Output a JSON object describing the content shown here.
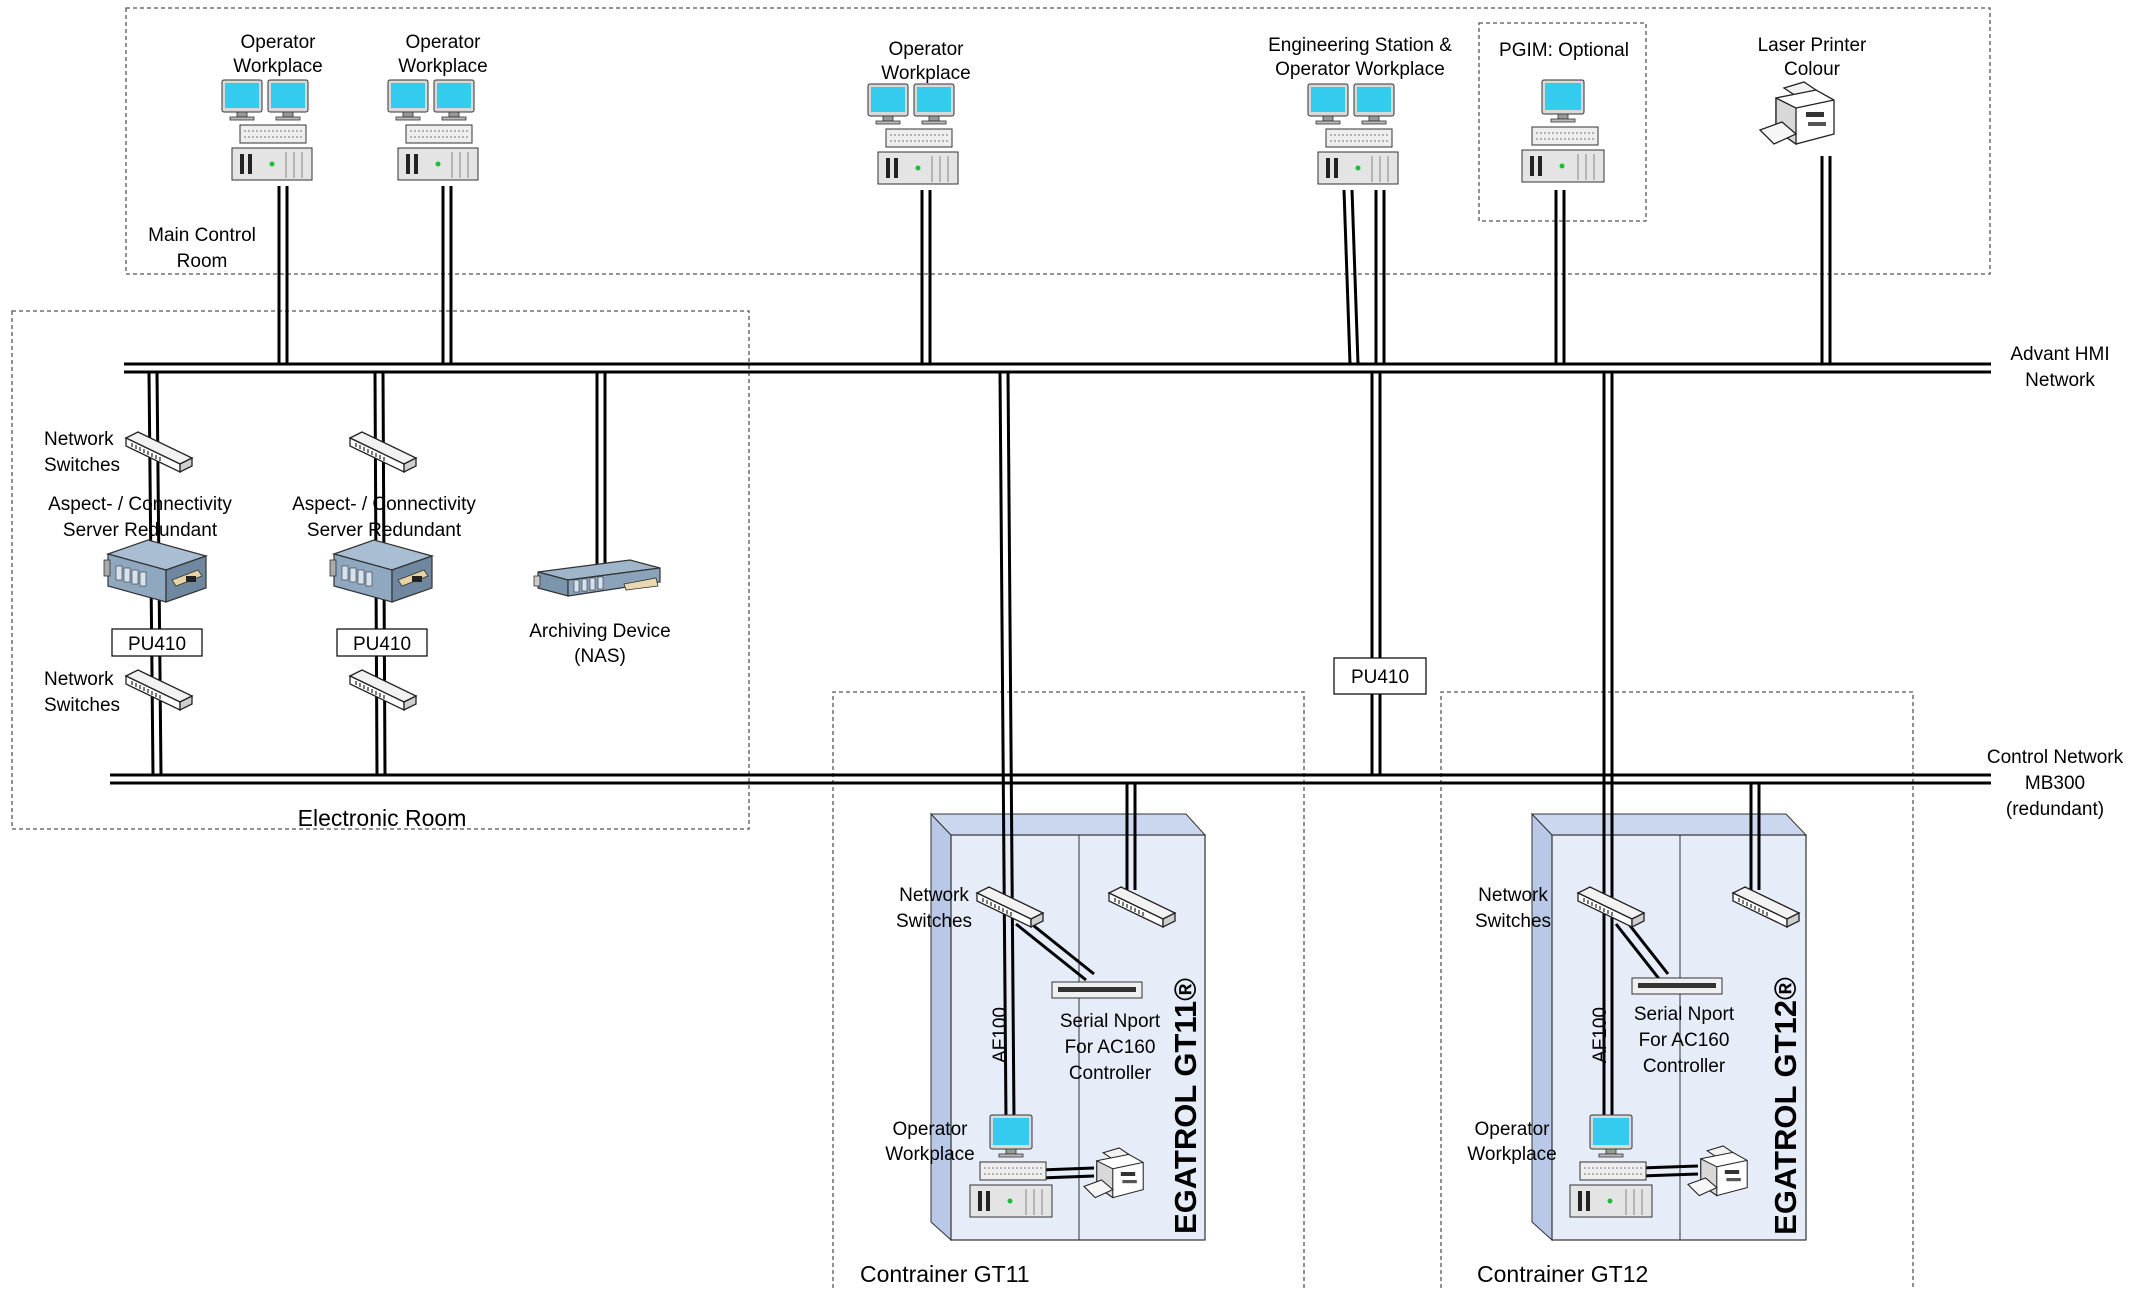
{
  "zones": {
    "main_control_room": "Main Control Room",
    "electronic_room": "Electronic Room",
    "container_gt11": "Contrainer GT11",
    "container_gt12": "Contrainer GT12"
  },
  "networks": {
    "hmi": "Advant HMI Network",
    "control": "Control Network MB300 (redundant)"
  },
  "workstations": {
    "op1": "Operator Workplace",
    "op2": "Operator Workplace",
    "op3": "Operator Workplace",
    "eng": "Engineering Station & Operator Workplace",
    "pgim": "PGIM: Optional",
    "printer": "Laser Printer Colour"
  },
  "electronic_room_devices": {
    "switch_label": "Network Switches",
    "server_label": "Aspect- / Connectivity Server Redundant",
    "pu410": "PU410",
    "nas": "Archiving Device (NAS)"
  },
  "standalone_pu410": "PU410",
  "containers": {
    "gt11": {
      "switch_label": "Network Switches",
      "af100": "AF100",
      "nport": "Serial Nport For AC160 Controller",
      "operator": "Operator Workplace",
      "cabinet_title": "EGATROL GT11®"
    },
    "gt12": {
      "switch_label": "Network Switches",
      "af100": "AF100",
      "nport": "Serial Nport For AC160 Controller",
      "operator": "Operator Workplace",
      "cabinet_title": "EGATROL GT12®"
    }
  },
  "colors": {
    "monitor_screen": "#33CCEE",
    "cabinet_fill": "#E6ECF8",
    "cabinet_side": "#B8C8E6",
    "server_blue": "#8FA8C0"
  }
}
